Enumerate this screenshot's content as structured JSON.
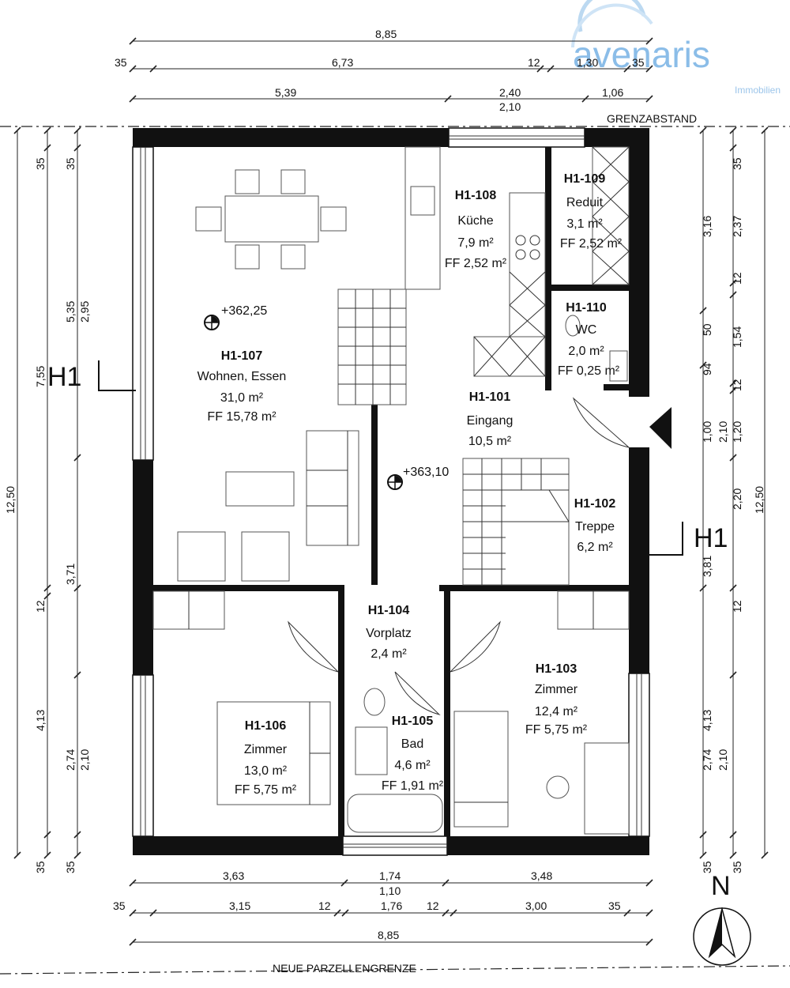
{
  "logo": {
    "text": "avenaris",
    "sub": "Immobilien",
    "color": "#7fb7e6"
  },
  "labels": {
    "grenzabstand": "GRENZABSTAND",
    "parzelle": "NEUE PARZELLENGRENZE",
    "north": "N",
    "section_left": "H1",
    "section_right": "H1"
  },
  "rooms": [
    {
      "id": "H1-107",
      "name": "Wohnen, Essen",
      "area": "31,0 m²",
      "ff": "FF 15,78 m²"
    },
    {
      "id": "H1-108",
      "name": "Küche",
      "area": "7,9 m²",
      "ff": "FF 2,52 m²"
    },
    {
      "id": "H1-109",
      "name": "Reduit",
      "area": "3,1 m²",
      "ff": "FF 2,52 m²"
    },
    {
      "id": "H1-110",
      "name": "WC",
      "area": "2,0 m²",
      "ff": "FF 0,25 m²"
    },
    {
      "id": "H1-101",
      "name": "Eingang",
      "area": "10,5 m²",
      "ff": ""
    },
    {
      "id": "H1-102",
      "name": "Treppe",
      "area": "6,2 m²",
      "ff": ""
    },
    {
      "id": "H1-104",
      "name": "Vorplatz",
      "area": "2,4 m²",
      "ff": ""
    },
    {
      "id": "H1-103",
      "name": "Zimmer",
      "area": "12,4 m²",
      "ff": "FF 5,75 m²"
    },
    {
      "id": "H1-106",
      "name": "Zimmer",
      "area": "13,0 m²",
      "ff": "FF 5,75 m²"
    },
    {
      "id": "H1-105",
      "name": "Bad",
      "area": "4,6 m²",
      "ff": "FF 1,91 m²"
    }
  ],
  "levels": [
    "+362,25",
    "+363,10"
  ],
  "dims_top": {
    "overall": "8,85",
    "row2": [
      "35",
      "6,73",
      "12",
      "1,30",
      "35"
    ],
    "row3": [
      "5,39",
      "2,40",
      "1,06"
    ],
    "row3b": "2,10"
  },
  "dims_bottom": {
    "row1": [
      "3,63",
      "1,74",
      "3,48"
    ],
    "row1b": "1,10",
    "row2": [
      "35",
      "3,15",
      "12",
      "1,76",
      "12",
      "3,00",
      "35"
    ],
    "overall": "8,85"
  },
  "dims_left": {
    "overall": "12,50",
    "col2": [
      "35",
      "7,55",
      "12",
      "4,13",
      "35"
    ],
    "col3": [
      "35",
      "5,35",
      "2,95",
      "3,71",
      "2,74",
      "2,10",
      "35"
    ]
  },
  "dims_right": {
    "overall": "12,50",
    "col2": [
      "3,16",
      "94",
      "3,81",
      "4,13",
      "35"
    ],
    "col3": [
      "35",
      "2,37",
      "12",
      "50",
      "1,54",
      "12",
      "1,00",
      "2,10",
      "1,20",
      "2,20",
      "12",
      "2,74",
      "2,10",
      "35"
    ]
  }
}
